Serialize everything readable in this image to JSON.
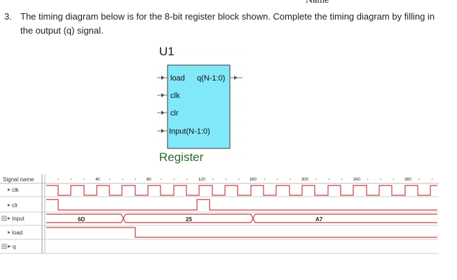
{
  "header": {
    "name_label": "Name"
  },
  "question": {
    "number": "3.",
    "text": "The timing diagram below is for the 8-bit register block shown. Complete the timing diagram by filling in the output (q) signal."
  },
  "block": {
    "title": "U1",
    "ports_left": [
      "load",
      "clk",
      "clr",
      "Input(N-1:0)"
    ],
    "port_right": "q(N-1:0)",
    "caption": "Register",
    "colors": {
      "fill": "#80e8f8",
      "border": "#3a3a3a",
      "caption": "#2a6b2a",
      "wire": "#777777"
    }
  },
  "timing": {
    "header_label": "Signal name",
    "time_ticks": [
      "40",
      "80",
      "120",
      "160",
      "200",
      "240",
      "280"
    ],
    "signals": [
      {
        "name": "clk",
        "icon": "input-arrow-icon"
      },
      {
        "name": "clr",
        "icon": "input-arrow-icon"
      },
      {
        "name": "Input",
        "icon": "bus-expand-icon"
      },
      {
        "name": "load",
        "icon": "input-arrow-icon"
      },
      {
        "name": "q",
        "icon": "output-arrow-icon"
      }
    ],
    "input_values": [
      "6D",
      "25",
      "A7"
    ],
    "colors": {
      "wave": "#c04040",
      "grid": "#bbbbbb",
      "dots": "#777777"
    }
  }
}
